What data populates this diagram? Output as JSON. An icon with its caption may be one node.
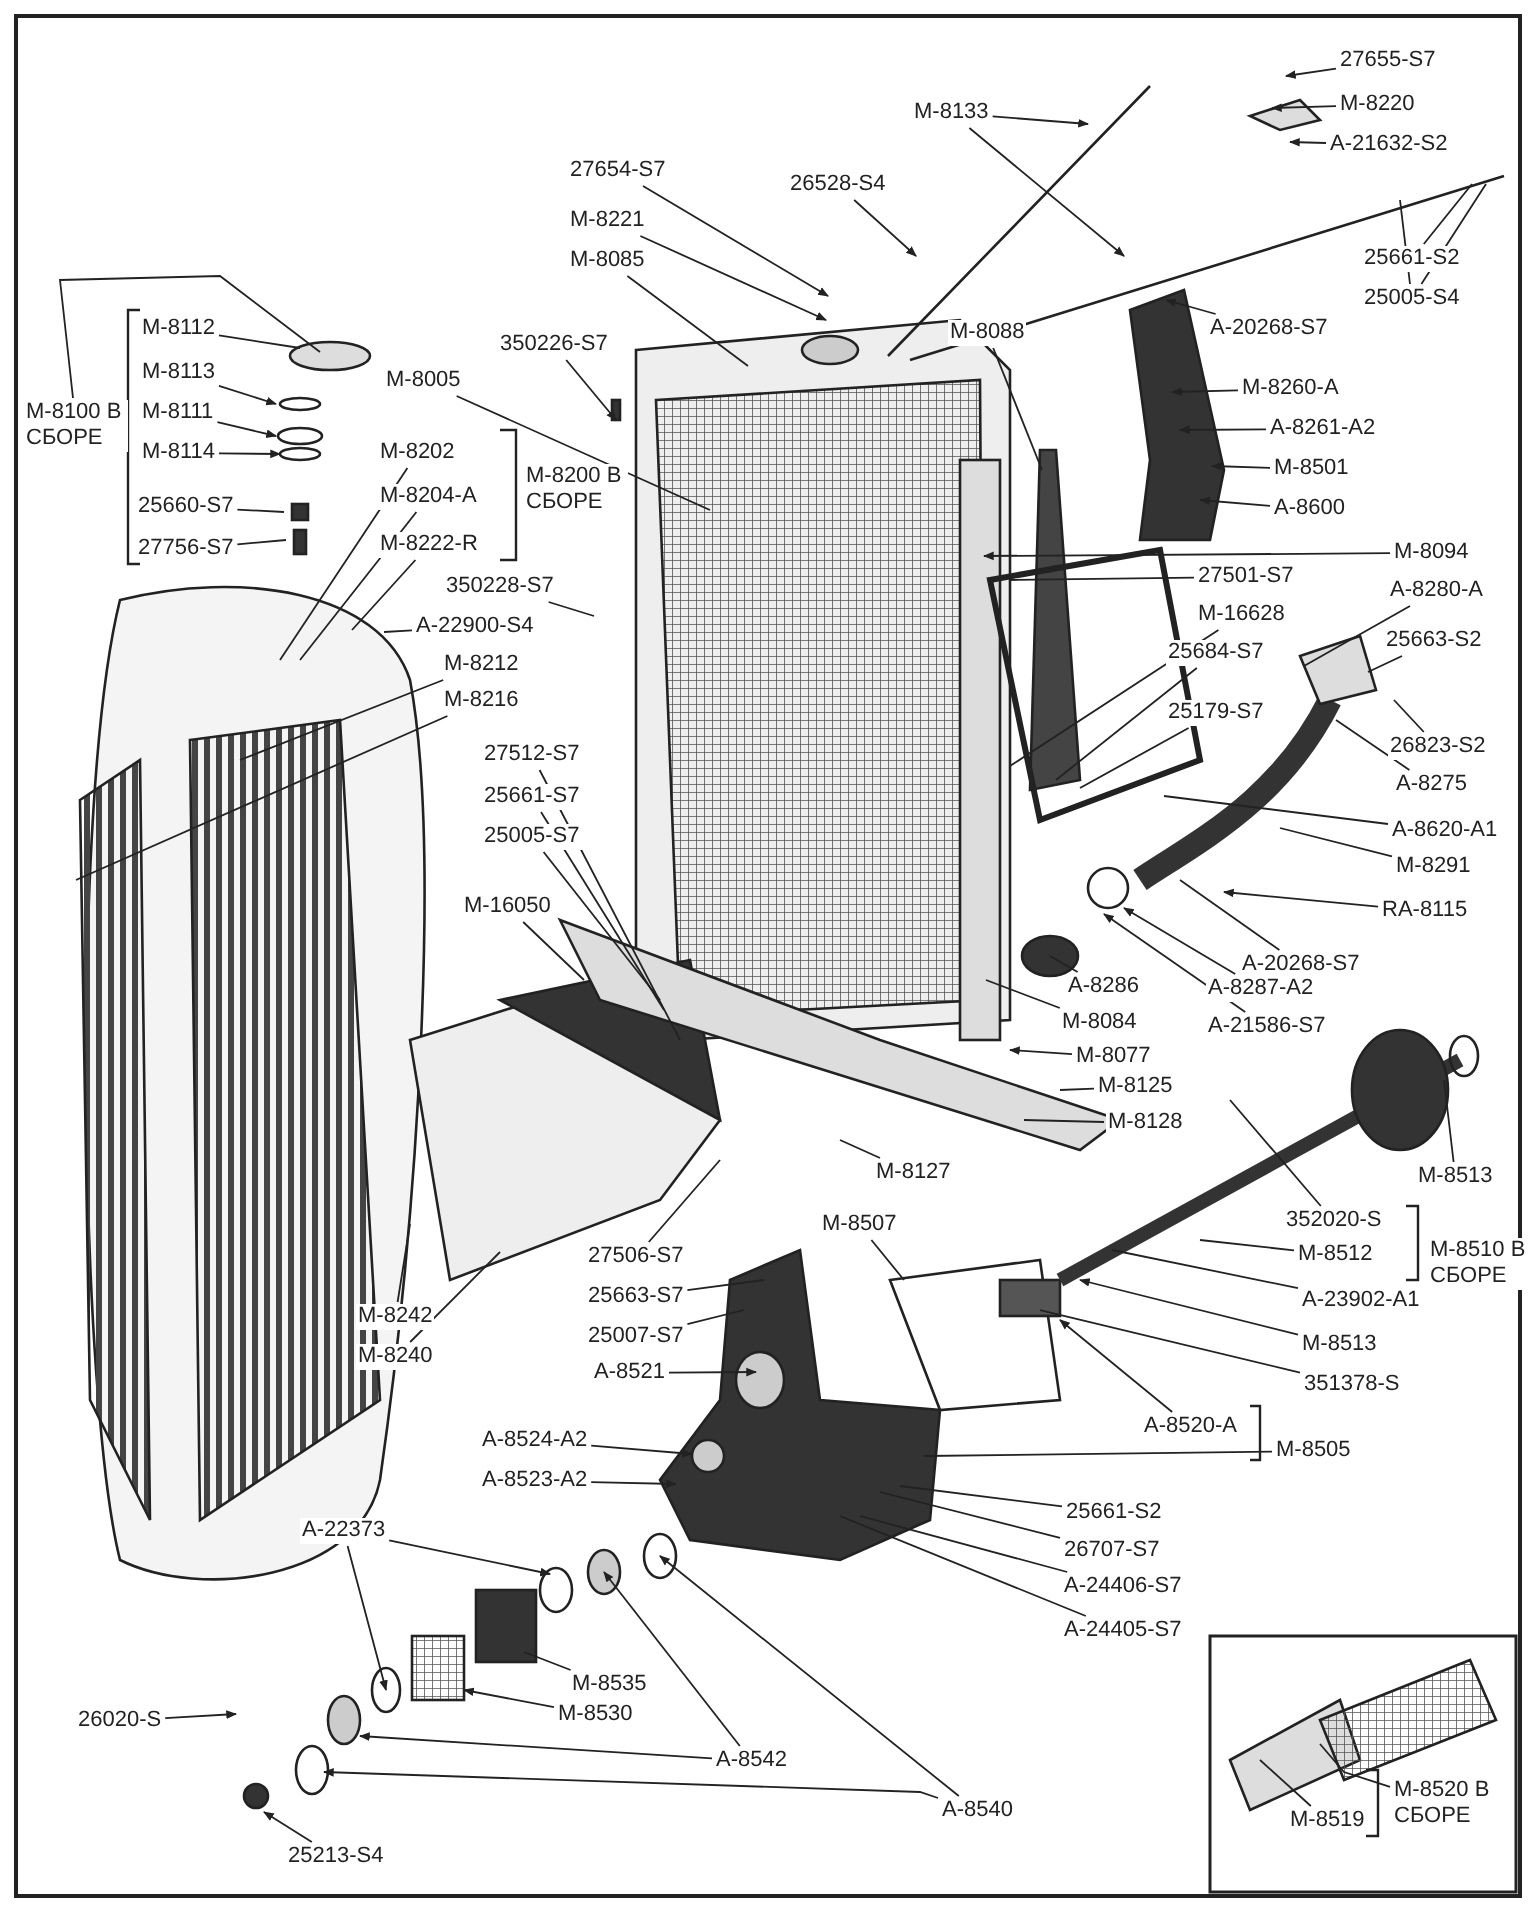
{
  "diagram": {
    "nodes": [
      {
        "text": [
          "27655-S7"
        ]
      },
      {
        "text": [
          "M-8133"
        ]
      },
      {
        "text": [
          "M-8220"
        ]
      },
      {
        "text": [
          "A-21632-S2"
        ]
      },
      {
        "text": [
          "26528-S4"
        ]
      },
      {
        "text": [
          "27654-S7"
        ]
      },
      {
        "text": [
          "M-8221"
        ]
      },
      {
        "text": [
          "M-8085"
        ]
      },
      {
        "text": [
          "25661-S2"
        ]
      },
      {
        "text": [
          "25005-S4"
        ]
      },
      {
        "text": [
          "M-8112"
        ]
      },
      {
        "text": [
          "M-8088"
        ]
      },
      {
        "text": [
          "350226-S7"
        ]
      },
      {
        "text": [
          "A-20268-S7"
        ]
      },
      {
        "text": [
          "M-8005"
        ]
      },
      {
        "text": [
          "M-8113"
        ]
      },
      {
        "text": [
          "M-8260-A"
        ]
      },
      {
        "text": [
          "M-8100 В СБОРЕ"
        ]
      },
      {
        "text": [
          "M-8111"
        ]
      },
      {
        "text": [
          "A-8261-A2"
        ]
      },
      {
        "text": [
          "M-8202"
        ]
      },
      {
        "text": [
          "M-8114"
        ]
      },
      {
        "text": [
          "M-8501"
        ]
      },
      {
        "text": [
          "M-8204-A"
        ]
      },
      {
        "text": [
          "25660-S7"
        ]
      },
      {
        "text": [
          "A-8600"
        ]
      },
      {
        "text": [
          "M-8222-R"
        ]
      },
      {
        "text": [
          "27756-S7"
        ]
      },
      {
        "text": [
          "M-8094"
        ]
      },
      {
        "text": [
          "27501-S7"
        ]
      },
      {
        "text": [
          "350228-S7"
        ]
      },
      {
        "text": [
          "A-8280-A"
        ]
      },
      {
        "text": [
          "A-22900-S4"
        ]
      },
      {
        "text": [
          "M-16628"
        ]
      },
      {
        "text": [
          "25663-S2"
        ]
      },
      {
        "text": [
          "25684-S7"
        ]
      },
      {
        "text": [
          "M-8212"
        ]
      },
      {
        "text": [
          "M-8216"
        ]
      },
      {
        "text": [
          "25179-S7"
        ]
      },
      {
        "text": [
          "26823-S2"
        ]
      },
      {
        "text": [
          "27512-S7"
        ]
      },
      {
        "text": [
          "A-8275"
        ]
      },
      {
        "text": [
          "25661-S7"
        ]
      },
      {
        "text": [
          "A-8620-A1"
        ]
      },
      {
        "text": [
          "25005-S7"
        ]
      },
      {
        "text": [
          "M-8291"
        ]
      },
      {
        "text": [
          "M-16050"
        ]
      },
      {
        "text": [
          "RA-8115"
        ]
      },
      {
        "text": [
          "A-20268-S7"
        ]
      },
      {
        "text": [
          "A-8286"
        ]
      },
      {
        "text": [
          "A-8287-A2"
        ]
      },
      {
        "text": [
          "M-8084"
        ]
      },
      {
        "text": [
          "A-21586-S7"
        ]
      },
      {
        "text": [
          "M-8077"
        ]
      },
      {
        "text": [
          "M-8125"
        ]
      },
      {
        "text": [
          "M-8128"
        ]
      },
      {
        "text": [
          "M-8127"
        ]
      },
      {
        "text": [
          "M-8513"
        ]
      },
      {
        "text": [
          "27506-S7"
        ]
      },
      {
        "text": [
          "M-8507"
        ]
      },
      {
        "text": [
          "352020-S"
        ]
      },
      {
        "text": [
          "M-8512"
        ]
      },
      {
        "text": [
          "25663-S7"
        ]
      },
      {
        "text": [
          "A-23902-A1"
        ]
      },
      {
        "text": [
          "M-8242"
        ]
      },
      {
        "text": [
          "25007-S7"
        ]
      },
      {
        "text": [
          "M-8513"
        ]
      },
      {
        "text": [
          "M-8240"
        ]
      },
      {
        "text": [
          "A-8521"
        ]
      },
      {
        "text": [
          "351378-S"
        ]
      },
      {
        "text": [
          "A-8524-A2"
        ]
      },
      {
        "text": [
          "A-8520-A"
        ]
      },
      {
        "text": [
          "M-8505"
        ]
      },
      {
        "text": [
          "A-8523-A2"
        ]
      },
      {
        "text": [
          "25661-S2"
        ]
      },
      {
        "text": [
          "A-22373"
        ]
      },
      {
        "text": [
          "26707-S7"
        ]
      },
      {
        "text": [
          "A-24406-S7"
        ]
      },
      {
        "text": [
          "A-24405-S7"
        ]
      },
      {
        "text": [
          "M-8535"
        ]
      },
      {
        "text": [
          "M-8530"
        ]
      },
      {
        "text": [
          "26020-S"
        ]
      },
      {
        "text": [
          "A-8542"
        ]
      },
      {
        "text": [
          "M-8520 В СБОРЕ"
        ]
      },
      {
        "text": [
          "A-8540"
        ]
      },
      {
        "text": [
          "M-8519"
        ]
      },
      {
        "text": [
          "25213-S4"
        ]
      },
      {
        "text": [
          "M-8200 В СБОРЕ"
        ]
      },
      {
        "text": [
          "M-8510 В СБОРЕ"
        ]
      }
    ],
    "edges": [
      {
        "from": 0,
        "to": null,
        "arrow": "to"
      },
      {
        "from": 1,
        "to": null,
        "arrow": "to"
      },
      {
        "from": 1,
        "to": null,
        "arrow": "to"
      },
      {
        "from": 2,
        "to": null,
        "arrow": "to"
      },
      {
        "from": 3,
        "to": null,
        "arrow": "to"
      },
      {
        "from": 4,
        "to": null,
        "arrow": "to"
      },
      {
        "from": 5,
        "to": null,
        "arrow": "to"
      },
      {
        "from": 6,
        "to": null,
        "arrow": "to"
      },
      {
        "from": 7,
        "to": null,
        "arrow": "none"
      },
      {
        "from": 8,
        "to": null,
        "arrow": "none"
      },
      {
        "from": 9,
        "to": null,
        "arrow": "none"
      },
      {
        "from": 9,
        "to": null,
        "arrow": "none"
      },
      {
        "from": 10,
        "to": null,
        "arrow": "none"
      },
      {
        "from": 11,
        "to": null,
        "arrow": "none"
      },
      {
        "from": 12,
        "to": null,
        "arrow": "to"
      },
      {
        "from": 13,
        "to": null,
        "arrow": "to"
      },
      {
        "from": 14,
        "to": null,
        "arrow": "none"
      },
      {
        "from": 15,
        "to": null,
        "arrow": "to"
      },
      {
        "from": 16,
        "to": null,
        "arrow": "to"
      },
      {
        "from": 17,
        "to": null,
        "arrow": "none"
      },
      {
        "from": 18,
        "to": null,
        "arrow": "to"
      },
      {
        "from": 19,
        "to": null,
        "arrow": "to"
      },
      {
        "from": 20,
        "to": null,
        "arrow": "none"
      },
      {
        "from": 21,
        "to": null,
        "arrow": "to"
      },
      {
        "from": 22,
        "to": null,
        "arrow": "to"
      },
      {
        "from": 23,
        "to": null,
        "arrow": "none"
      },
      {
        "from": 24,
        "to": null,
        "arrow": "none"
      },
      {
        "from": 25,
        "to": null,
        "arrow": "to"
      },
      {
        "from": 26,
        "to": null,
        "arrow": "none"
      },
      {
        "from": 27,
        "to": null,
        "arrow": "none"
      },
      {
        "from": 28,
        "to": null,
        "arrow": "to"
      },
      {
        "from": 29,
        "to": null,
        "arrow": "none"
      },
      {
        "from": 30,
        "to": null,
        "arrow": "none"
      },
      {
        "from": 31,
        "to": null,
        "arrow": "none"
      },
      {
        "from": 32,
        "to": null,
        "arrow": "none"
      },
      {
        "from": 33,
        "to": null,
        "arrow": "none"
      },
      {
        "from": 34,
        "to": null,
        "arrow": "none"
      },
      {
        "from": 35,
        "to": null,
        "arrow": "none"
      },
      {
        "from": 36,
        "to": null,
        "arrow": "none"
      },
      {
        "from": 37,
        "to": null,
        "arrow": "none"
      },
      {
        "from": 38,
        "to": null,
        "arrow": "none"
      },
      {
        "from": 39,
        "to": null,
        "arrow": "none"
      },
      {
        "from": 40,
        "to": null,
        "arrow": "none"
      },
      {
        "from": 41,
        "to": null,
        "arrow": "none"
      },
      {
        "from": 42,
        "to": null,
        "arrow": "none"
      },
      {
        "from": 43,
        "to": null,
        "arrow": "none"
      },
      {
        "from": 44,
        "to": null,
        "arrow": "none"
      },
      {
        "from": 45,
        "to": null,
        "arrow": "none"
      },
      {
        "from": 46,
        "to": null,
        "arrow": "none"
      },
      {
        "from": 47,
        "to": null,
        "arrow": "to"
      },
      {
        "from": 48,
        "to": null,
        "arrow": "none"
      },
      {
        "from": 49,
        "to": null,
        "arrow": "none"
      },
      {
        "from": 50,
        "to": null,
        "arrow": "to"
      },
      {
        "from": 51,
        "to": null,
        "arrow": "none"
      },
      {
        "from": 52,
        "to": null,
        "arrow": "to"
      },
      {
        "from": 53,
        "to": null,
        "arrow": "to"
      },
      {
        "from": 54,
        "to": null,
        "arrow": "none"
      },
      {
        "from": 55,
        "to": null,
        "arrow": "none"
      },
      {
        "from": 56,
        "to": null,
        "arrow": "none"
      },
      {
        "from": 57,
        "to": null,
        "arrow": "none"
      },
      {
        "from": 58,
        "to": null,
        "arrow": "none"
      },
      {
        "from": 59,
        "to": null,
        "arrow": "none"
      },
      {
        "from": 60,
        "to": null,
        "arrow": "none"
      },
      {
        "from": 61,
        "to": null,
        "arrow": "none"
      },
      {
        "from": 62,
        "to": null,
        "arrow": "none"
      },
      {
        "from": 63,
        "to": null,
        "arrow": "none"
      },
      {
        "from": 64,
        "to": null,
        "arrow": "none"
      },
      {
        "from": 65,
        "to": null,
        "arrow": "none"
      },
      {
        "from": 66,
        "to": null,
        "arrow": "to"
      },
      {
        "from": 67,
        "to": null,
        "arrow": "none"
      },
      {
        "from": 68,
        "to": null,
        "arrow": "to"
      },
      {
        "from": 69,
        "to": null,
        "arrow": "none"
      },
      {
        "from": 70,
        "to": null,
        "arrow": "to"
      },
      {
        "from": 71,
        "to": null,
        "arrow": "to"
      },
      {
        "from": 72,
        "to": null,
        "arrow": "none"
      },
      {
        "from": 73,
        "to": null,
        "arrow": "to"
      },
      {
        "from": 74,
        "to": null,
        "arrow": "none"
      },
      {
        "from": 75,
        "to": null,
        "arrow": "to"
      },
      {
        "from": 75,
        "to": null,
        "arrow": "to"
      },
      {
        "from": 76,
        "to": null,
        "arrow": "none"
      },
      {
        "from": 77,
        "to": null,
        "arrow": "none"
      },
      {
        "from": 78,
        "to": null,
        "arrow": "none"
      },
      {
        "from": 79,
        "to": null,
        "arrow": "none"
      },
      {
        "from": 80,
        "to": null,
        "arrow": "to"
      },
      {
        "from": 81,
        "to": null,
        "arrow": "to"
      },
      {
        "from": 82,
        "to": null,
        "arrow": "to"
      },
      {
        "from": 82,
        "to": null,
        "arrow": "to"
      },
      {
        "from": 83,
        "to": null,
        "arrow": "none"
      },
      {
        "from": 84,
        "to": null,
        "arrow": "to"
      },
      {
        "from": 84,
        "to": null,
        "arrow": "to"
      },
      {
        "from": 85,
        "to": null,
        "arrow": "none"
      },
      {
        "from": 86,
        "to": null,
        "arrow": "to"
      }
    ]
  }
}
